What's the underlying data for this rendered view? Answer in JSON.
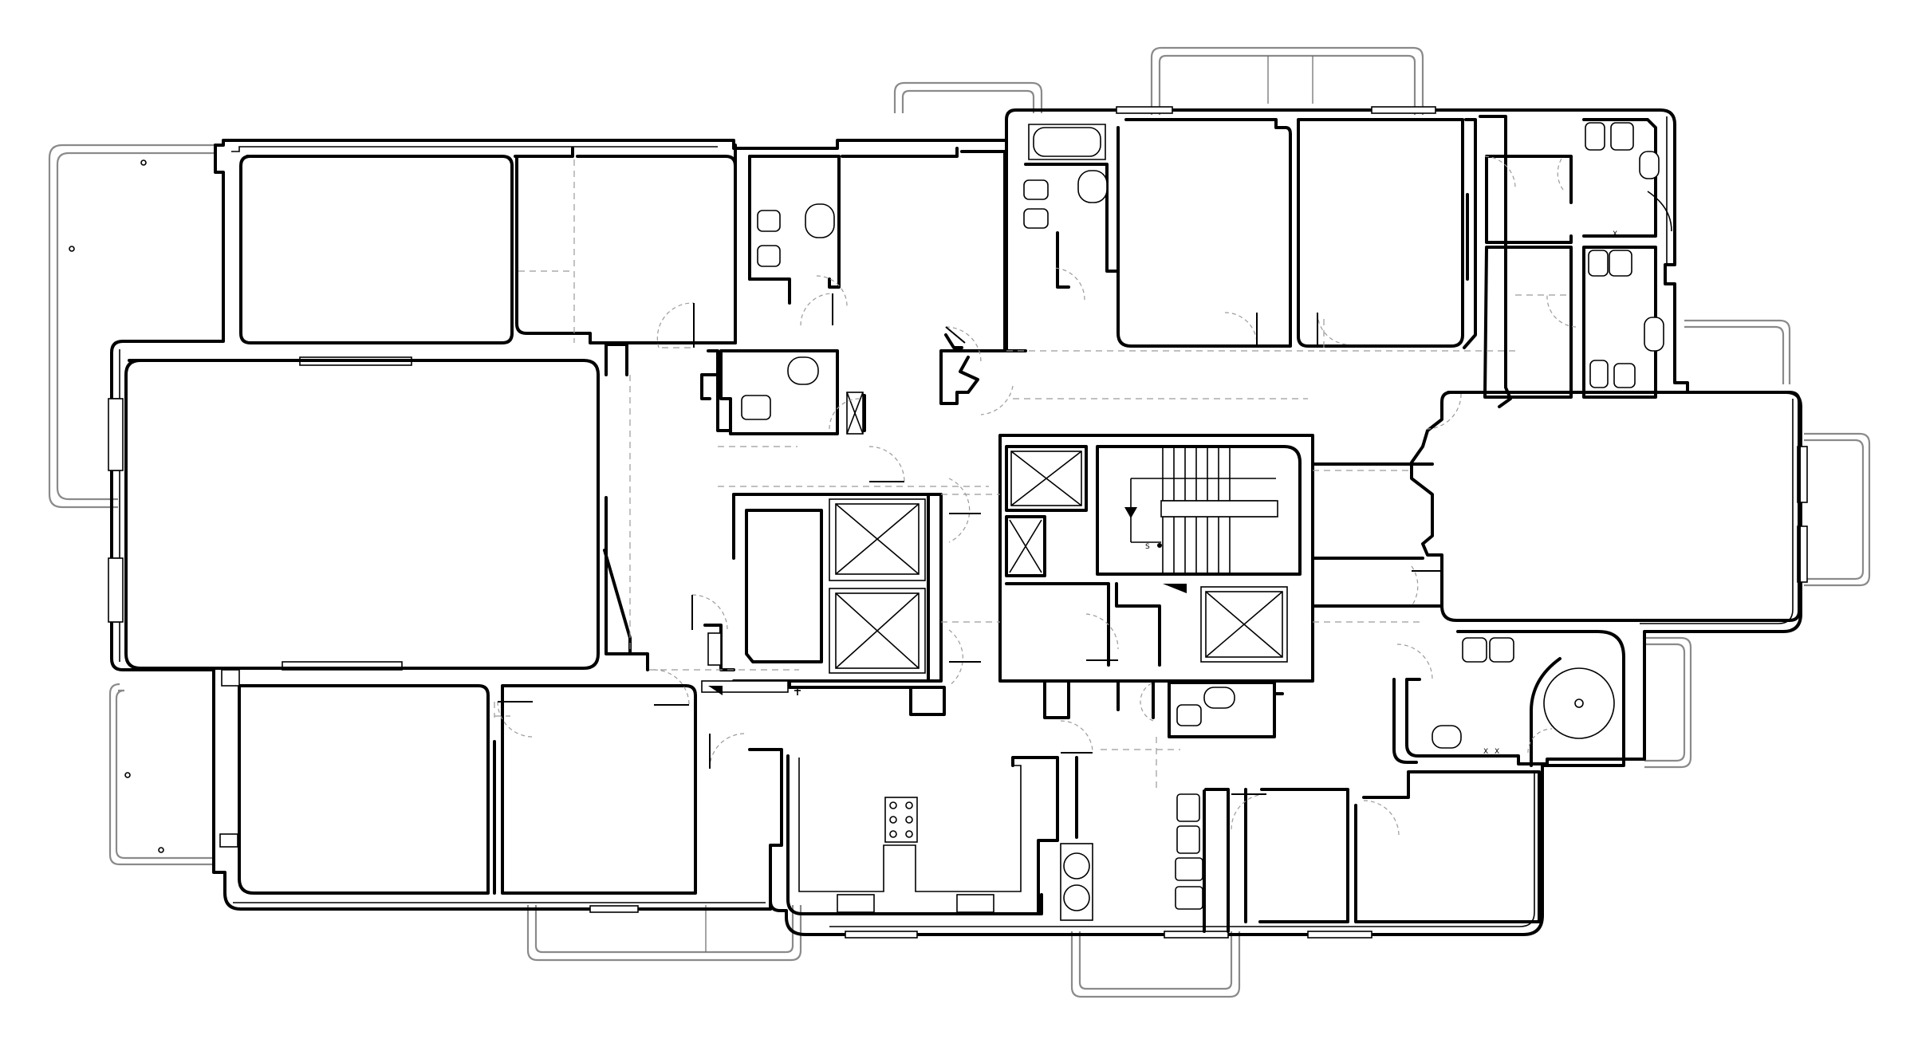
{
  "diagram": {
    "type": "architectural floor plan",
    "stair_label": "S",
    "door_hinge_marks": [
      "X",
      "X",
      "X"
    ]
  }
}
